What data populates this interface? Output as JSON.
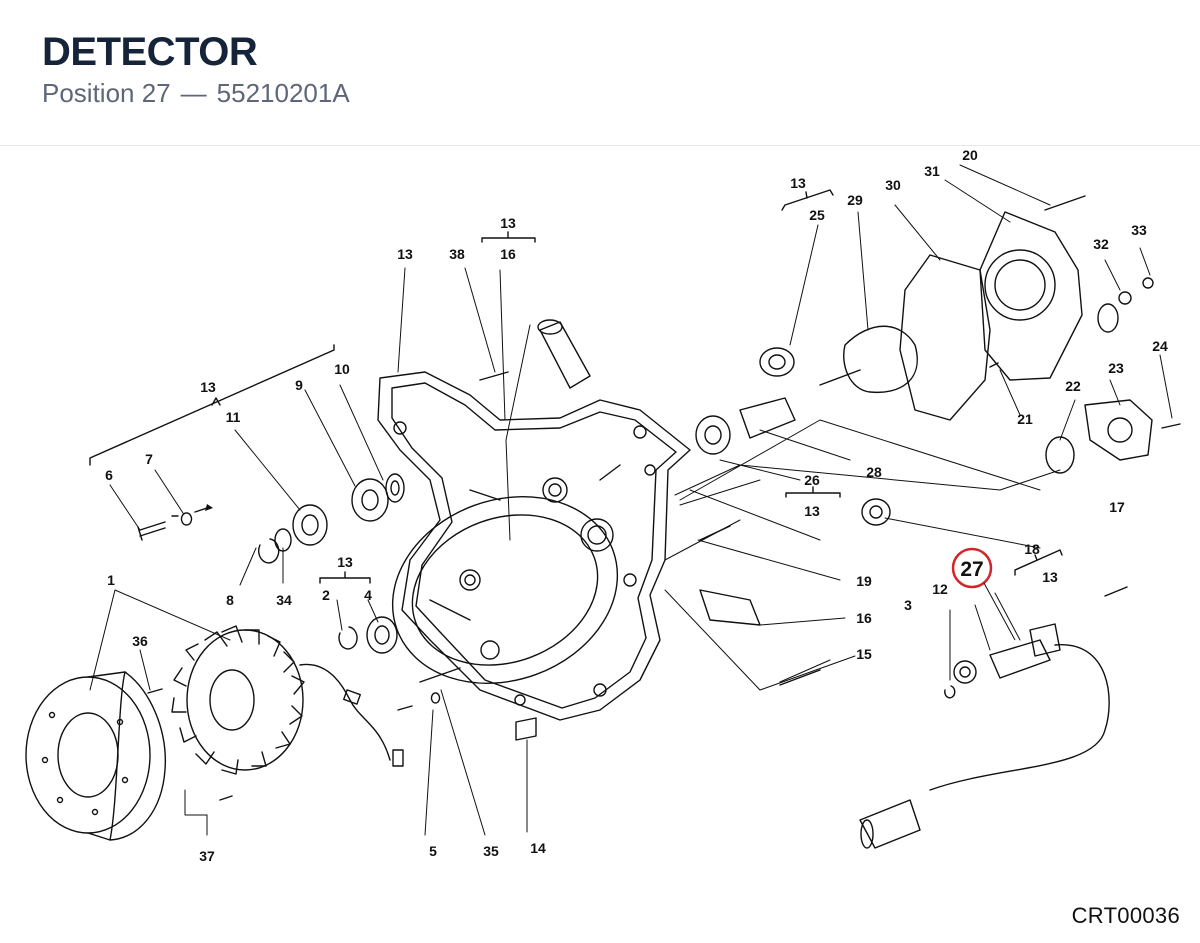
{
  "header": {
    "title": "DETECTOR",
    "position_label": "Position 27",
    "separator": "—",
    "part_number": "55210201A"
  },
  "diagram": {
    "highlighted_callout": "27",
    "highlight_color": "#d2262a",
    "line_color": "#111111",
    "callouts": [
      "1",
      "2",
      "3",
      "4",
      "5",
      "6",
      "7",
      "8",
      "9",
      "10",
      "11",
      "12",
      "13",
      "14",
      "15",
      "16",
      "17",
      "18",
      "19",
      "20",
      "21",
      "22",
      "23",
      "24",
      "25",
      "26",
      "28",
      "29",
      "30",
      "31",
      "32",
      "33",
      "34",
      "35",
      "36",
      "37",
      "38"
    ],
    "group_label": "13"
  },
  "footer": {
    "reference_code": "CRT00036"
  }
}
